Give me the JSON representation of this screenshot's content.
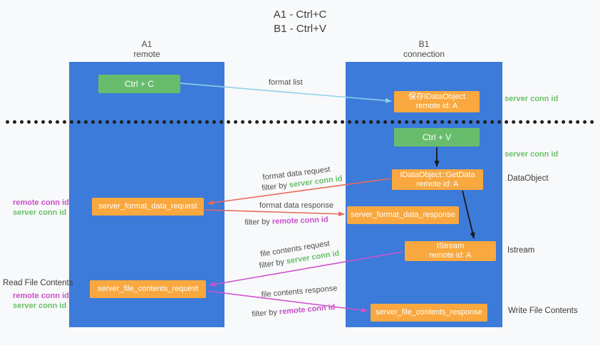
{
  "colors": {
    "bg": "#f8f9fa",
    "lane": "#3c7bd9",
    "green": "#68bd6d",
    "orange": "#f9a83f",
    "arrow_blue": "#8ecfec",
    "arrow_red": "#e96a5a",
    "arrow_magenta": "#cd53cd",
    "arrow_black": "#1a1a1a",
    "text_green": "#6abf69",
    "text_magenta": "#c94fc9"
  },
  "title": {
    "line1": "A1 - Ctrl+C",
    "line2": "B1 - Ctrl+V"
  },
  "lanes": {
    "left": {
      "name": "A1",
      "subtitle": "remote"
    },
    "right": {
      "name": "B1",
      "subtitle": "connection"
    }
  },
  "nodes": {
    "ctrl_c": {
      "label": "Ctrl + C"
    },
    "save_dataobject": {
      "line1": "保存IDataObject",
      "line2": "remote id: A"
    },
    "ctrl_v": {
      "label": "Ctrl + V"
    },
    "getdata": {
      "line1": "IDataObject::GetData",
      "line2": "remote id: A"
    },
    "istream": {
      "line1": "IStream",
      "line2": "remote id: A"
    },
    "format_request": {
      "label": "server_format_data_request"
    },
    "format_response": {
      "label": "server_format_data_response"
    },
    "file_request": {
      "label": "server_file_contents_request"
    },
    "file_response": {
      "label": "server_file_contents_response"
    }
  },
  "arrow_labels": {
    "format_list": "format list",
    "format_data_request": "format data request",
    "format_data_response": "format data response",
    "file_contents_request": "file contents request",
    "file_contents_response": "file contents response",
    "filter_format_request": {
      "prefix": "filter by",
      "value": "server conn id"
    },
    "filter_format_response": {
      "prefix": "filter by",
      "value": "remote conn id"
    },
    "filter_file_request": {
      "prefix": "filter by",
      "value": "server conn id"
    },
    "filter_file_response": {
      "prefix": "filter by",
      "value": "remote conn id"
    }
  },
  "side_labels": {
    "server_conn_id_top": "server conn id",
    "server_conn_id_mid": "server conn id",
    "dataobject": "DataObject",
    "istream": "Istream",
    "write_file_contents": "Write File Contents",
    "read_file_contents": "Read File Contents",
    "left_format": {
      "remote": "remote conn id",
      "server": "server conn id"
    },
    "left_file": {
      "remote": "remote conn id",
      "server": "server conn id"
    }
  }
}
